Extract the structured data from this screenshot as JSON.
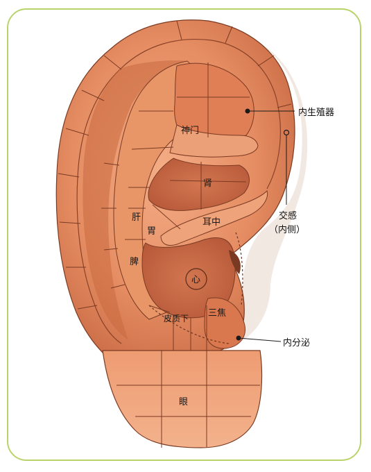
{
  "labels": {
    "shenmen": "神门",
    "shen": "肾",
    "gan": "肝",
    "wei": "胃",
    "erzhong": "耳中",
    "pi": "脾",
    "xin": "心",
    "sanjiao": "三焦",
    "pizhixia": "皮质下",
    "yan": "眼"
  },
  "callouts": {
    "neishengzhiqi": "内生殖器",
    "jiaogan": "交感",
    "jiaogan_note": "（内侧）",
    "neifenmi": "内分泌"
  },
  "colors": {
    "frame": "#b9d36a",
    "skin_light": "#f0a277",
    "skin_mid": "#dc7f55",
    "skin_dark": "#b5583a",
    "line": "#7a3a22"
  }
}
